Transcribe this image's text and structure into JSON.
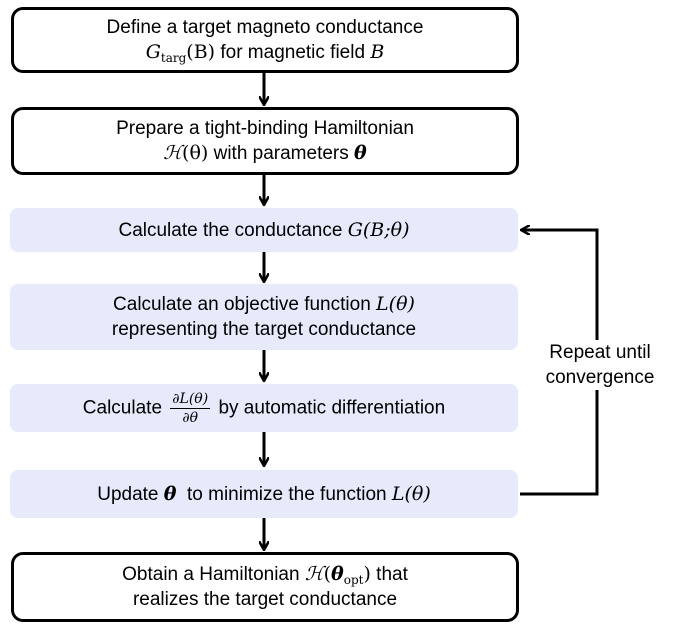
{
  "steps": [
    {
      "id": "define",
      "line1": "Define a target magneto conductance",
      "line2_sym": "G",
      "line2_sub": "targ",
      "line2_arg": "(B)",
      "line2_text": " for magnetic field ",
      "line2_var": "B"
    },
    {
      "id": "prepare",
      "line1": "Prepare a tight-binding Hamiltonian",
      "line2_ham": "ℋ",
      "line2_arg": "(θ)",
      "line2_text": " with parameters ",
      "line2_var": "θ"
    },
    {
      "id": "calc-conductance",
      "text": "Calculate the conductance ",
      "sym": "G(B;θ)"
    },
    {
      "id": "calc-objective",
      "line1_text": "Calculate an objective function ",
      "line1_sym": "L(θ)",
      "line2": "representing the target conductance"
    },
    {
      "id": "calc-gradient",
      "prefix": "Calculate ",
      "frac_num": "∂L(θ)",
      "frac_den": "∂θ",
      "suffix": " by automatic differentiation"
    },
    {
      "id": "update",
      "prefix": "Update ",
      "var": "θ",
      "middle": "  to minimize the function ",
      "sym": "L(θ)"
    },
    {
      "id": "obtain",
      "line1_text": "Obtain a Hamiltonian ",
      "line1_ham": "ℋ",
      "line1_arg_open": "(",
      "line1_var": "θ",
      "line1_sub": "opt",
      "line1_arg_close": ")",
      "line1_tail": " that",
      "line2": "realizes the target conductance"
    }
  ],
  "loop_label": {
    "line1": "Repeat until",
    "line2": "convergence"
  },
  "colors": {
    "shaded_fill": "#e6eafb",
    "outline": "#000000",
    "arrow": "#000000"
  }
}
